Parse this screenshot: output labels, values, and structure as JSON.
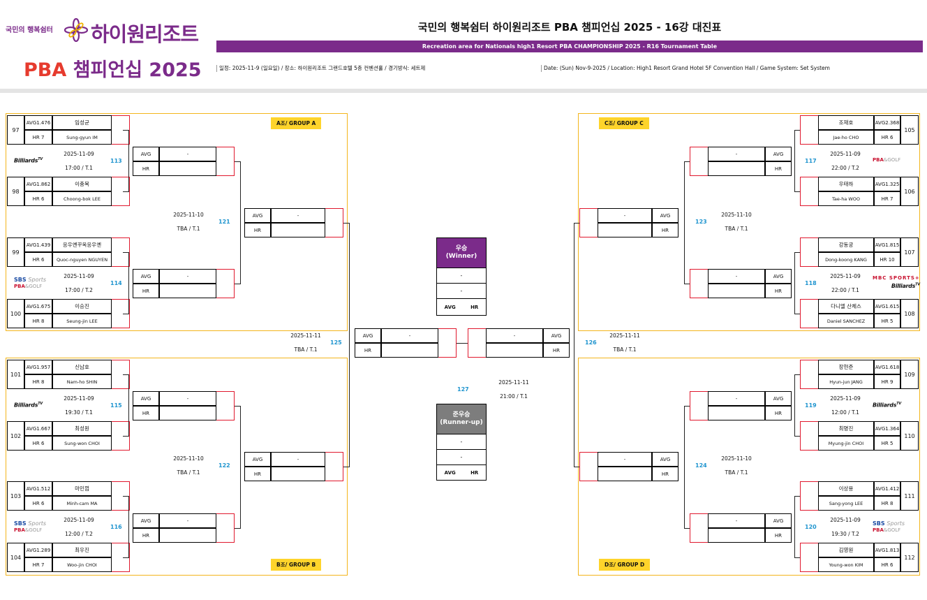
{
  "header": {
    "logo_small": "국민의 행복쉼터",
    "logo_large": "하이원리조트",
    "logo_pba": "PBA",
    "logo_event": "챔피언십 2025",
    "title": "국민의 행복쉼터 하이원리조트 PBA 챔피언십 2025 - 16강 대진표",
    "subtitle": "Recreation area for Nationals high1 Resort PBA CHAMPIONSHIP 2025 - R16 Tournament Table",
    "info_ko": "일정: 2025-11-9 (일요일) / 장소: 하이원리조트 그랜드호텔 5층 컨벤션홀 / 경기방식: 세트제",
    "info_en": "Date: (Sun) Nov-9-2025 / Location: High1 Resort Grand Hotel 5F Convention Hall / Game System: Set System"
  },
  "groups": [
    {
      "label": "A조/ GROUP A"
    },
    {
      "label": "B조/ GROUP B"
    },
    {
      "label": "C조/ GROUP C"
    },
    {
      "label": "D조/ GROUP D"
    }
  ],
  "players": [
    {
      "seed": "97",
      "avg": "AVG1.476",
      "hr": "HR 7",
      "ko": "임성균",
      "en": "Sung-gyun IM"
    },
    {
      "seed": "98",
      "avg": "AVG1.862",
      "hr": "HR 6",
      "ko": "이충복",
      "en": "Choong-bok LEE"
    },
    {
      "seed": "99",
      "avg": "AVG1.439",
      "hr": "HR 6",
      "ko": "응우옌꾸옥응우옌",
      "en": "Quoc-nguyen NGUYEN"
    },
    {
      "seed": "100",
      "avg": "AVG1.675",
      "hr": "HR 8",
      "ko": "이승진",
      "en": "Seung-jin LEE"
    },
    {
      "seed": "101",
      "avg": "AVG1.957",
      "hr": "HR 8",
      "ko": "신남호",
      "en": "Nam-ho SHIN"
    },
    {
      "seed": "102",
      "avg": "AVG1.667",
      "hr": "HR 6",
      "ko": "최성원",
      "en": "Sung-won CHOI"
    },
    {
      "seed": "103",
      "avg": "AVG1.512",
      "hr": "HR 6",
      "ko": "마민껌",
      "en": "Minh-cam MA"
    },
    {
      "seed": "104",
      "avg": "AVG1.289",
      "hr": "HR 7",
      "ko": "최우진",
      "en": "Woo-jin CHOI"
    },
    {
      "seed": "105",
      "avg": "AVG2.368",
      "hr": "HR 6",
      "ko": "조재호",
      "en": "Jae-ho CHO"
    },
    {
      "seed": "106",
      "avg": "AVG1.325",
      "hr": "HR 7",
      "ko": "우태하",
      "en": "Tae-ha WOO"
    },
    {
      "seed": "107",
      "avg": "AVG1.815",
      "hr": "HR 10",
      "ko": "강동궁",
      "en": "Dong-koong KANG"
    },
    {
      "seed": "108",
      "avg": "AVG1.615",
      "hr": "HR 5",
      "ko": "다니엘 산체스",
      "en": "Daniel SANCHEZ"
    },
    {
      "seed": "109",
      "avg": "AVG1.618",
      "hr": "HR 9",
      "ko": "장현준",
      "en": "Hyun-jun JANG"
    },
    {
      "seed": "110",
      "avg": "AVG1.364",
      "hr": "HR 5",
      "ko": "최명진",
      "en": "Myung-jin CHOI"
    },
    {
      "seed": "111",
      "avg": "AVG1.412",
      "hr": "HR 8",
      "ko": "이상용",
      "en": "Sang-yong LEE"
    },
    {
      "seed": "112",
      "avg": "AVG1.813",
      "hr": "HR 6",
      "ko": "김영원",
      "en": "Young-won KIM"
    }
  ],
  "matches": [
    {
      "no": "113",
      "date": "2025-11-09",
      "time": "17:00 / T.1",
      "broadcast": "Billiards"
    },
    {
      "no": "114",
      "date": "2025-11-09",
      "time": "17:00 / T.2",
      "broadcast": "SBS Sports"
    },
    {
      "no": "115",
      "date": "2025-11-09",
      "time": "19:30 / T.1",
      "broadcast": "Billiards"
    },
    {
      "no": "116",
      "date": "2025-11-09",
      "time": "12:00 / T.2",
      "broadcast": "SBS Sports"
    },
    {
      "no": "117",
      "date": "2025-11-09",
      "time": "22:00 / T.2",
      "broadcast": "PBA GOLF"
    },
    {
      "no": "118",
      "date": "2025-11-09",
      "time": "22:00 / T.1",
      "broadcast": "MBC SPORTS+ Billiards"
    },
    {
      "no": "119",
      "date": "2025-11-09",
      "time": "12:00 / T.1",
      "broadcast": "Billiards"
    },
    {
      "no": "120",
      "date": "2025-11-09",
      "time": "19:30 / T.2",
      "broadcast": "SBS Sports"
    },
    {
      "no": "121",
      "date": "2025-11-10",
      "time": "TBA / T.1"
    },
    {
      "no": "122",
      "date": "2025-11-10",
      "time": "TBA / T.1"
    },
    {
      "no": "123",
      "date": "2025-11-10",
      "time": "TBA / T.1"
    },
    {
      "no": "124",
      "date": "2025-11-10",
      "time": "TBA / T.1"
    },
    {
      "no": "125",
      "date": "2025-11-11",
      "time": "TBA / T.1"
    },
    {
      "no": "126",
      "date": "2025-11-11",
      "time": "TBA / T.1"
    },
    {
      "no": "127",
      "date": "2025-11-11",
      "time": "21:00 / T.1"
    }
  ],
  "slot": {
    "avg": "AVG",
    "hr": "HR",
    "dash": "-"
  },
  "broadcast": {
    "billiards": "Billiards",
    "tv": "TV",
    "sbs": "SBS",
    "sports": "Sports",
    "pba": "PBA",
    "golf": "&GOLF",
    "mbc": "MBC",
    "mbc_sports": "SPORTS+"
  },
  "final": {
    "winner": "우승\n(Winner)",
    "runner_up": "준우승\n(Runner-up)",
    "dash": "-",
    "avg": "AVG",
    "hr": "HR"
  },
  "colors": {
    "brand": "#7b2b8a",
    "pba": "#e63b2e",
    "group_label": "#fed42b",
    "group_border": "#f3b51b",
    "match_no": "#2095cf",
    "red_line": "#e0182d",
    "winner": "#7b2b8a",
    "runner_up": "#7d7d7d"
  }
}
